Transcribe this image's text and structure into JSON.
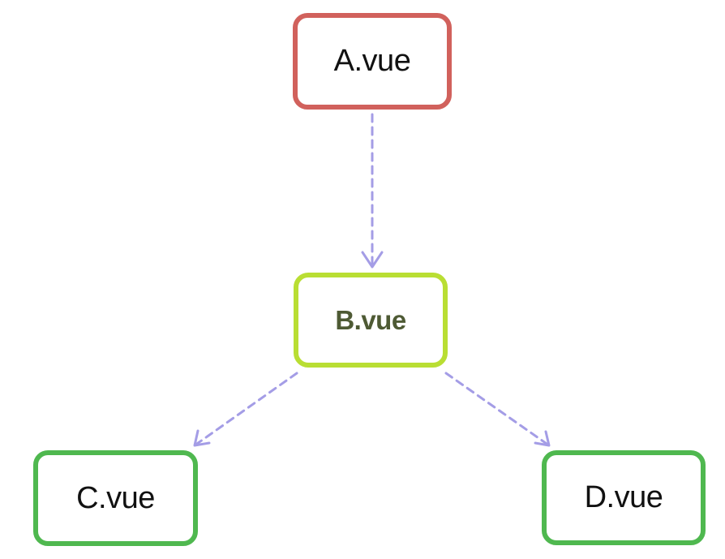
{
  "nodes": {
    "a": {
      "label": "A.vue",
      "border_color": "#d1615c",
      "text_color": "#111111"
    },
    "b": {
      "label": "B.vue",
      "border_color": "#b9de33",
      "text_color": "#4e5a34"
    },
    "c": {
      "label": "C.vue",
      "border_color": "#4fb84f",
      "text_color": "#111111"
    },
    "d": {
      "label": "D.vue",
      "border_color": "#4fb84f",
      "text_color": "#111111"
    }
  },
  "edges": [
    {
      "from": "A.vue",
      "to": "B.vue",
      "style": "dashed-arrow"
    },
    {
      "from": "B.vue",
      "to": "C.vue",
      "style": "dashed-arrow"
    },
    {
      "from": "B.vue",
      "to": "D.vue",
      "style": "dashed-arrow"
    }
  ],
  "edge_color": "#a49de6"
}
